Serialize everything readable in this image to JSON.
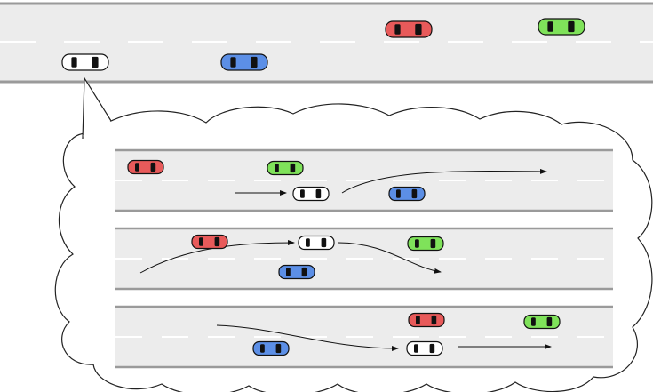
{
  "colors": {
    "background": "#ffffff",
    "road": "#ececec",
    "road_edge": "#9a9a9a",
    "lane_marking": "#ffffff",
    "cloud_stroke": "#222222",
    "trajectory": "#111111",
    "car_outline": "#111111",
    "car_glass": "#111111"
  },
  "top_road": {
    "cars": [
      {
        "color_name": "white",
        "fill": "#ffffff"
      },
      {
        "color_name": "blue",
        "fill": "#5c8fe6"
      },
      {
        "color_name": "red",
        "fill": "#e85a5a"
      },
      {
        "color_name": "green",
        "fill": "#7fe25a"
      }
    ]
  },
  "thought_bubble": {
    "scenarios": [
      {
        "id": "scenario-1",
        "description_hidden": false,
        "cars": [
          {
            "color_name": "red",
            "fill": "#e85a5a"
          },
          {
            "color_name": "green",
            "fill": "#7fe25a"
          },
          {
            "color_name": "white",
            "fill": "#ffffff"
          },
          {
            "color_name": "blue",
            "fill": "#5c8fe6"
          }
        ],
        "trajectories": 2
      },
      {
        "id": "scenario-2",
        "description_hidden": false,
        "cars": [
          {
            "color_name": "red",
            "fill": "#e85a5a"
          },
          {
            "color_name": "white",
            "fill": "#ffffff"
          },
          {
            "color_name": "green",
            "fill": "#7fe25a"
          },
          {
            "color_name": "blue",
            "fill": "#5c8fe6"
          }
        ],
        "trajectories": 2
      },
      {
        "id": "scenario-3",
        "description_hidden": false,
        "cars": [
          {
            "color_name": "red",
            "fill": "#e85a5a"
          },
          {
            "color_name": "green",
            "fill": "#7fe25a"
          },
          {
            "color_name": "blue",
            "fill": "#5c8fe6"
          },
          {
            "color_name": "white",
            "fill": "#ffffff"
          }
        ],
        "trajectories": 2
      }
    ]
  }
}
